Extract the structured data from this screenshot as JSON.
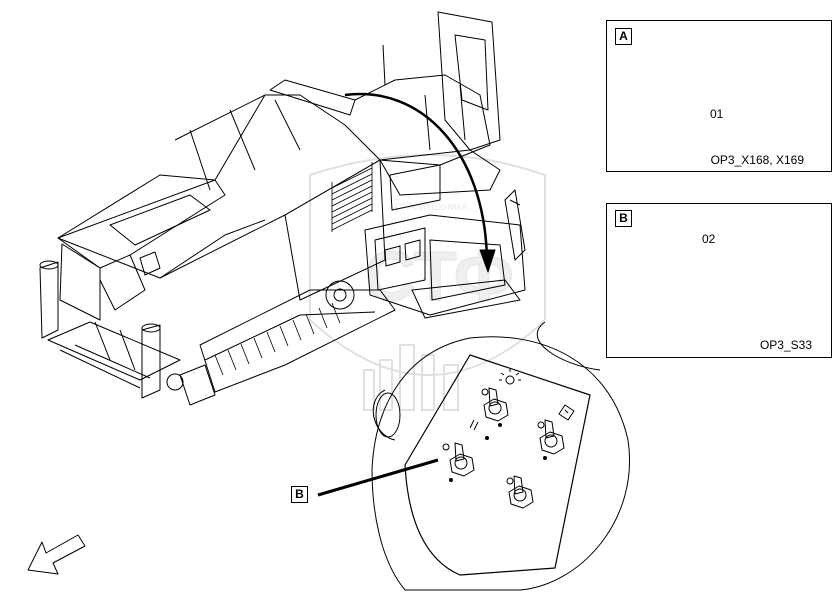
{
  "detail_a": {
    "tag": "A",
    "item_number": "01",
    "part_code": "OP3_X168, X169",
    "icon": "ring-terminal-icon"
  },
  "detail_b": {
    "tag": "B",
    "item_number": "02",
    "part_code": "OP3_S33",
    "icon": "toggle-switch-icon"
  },
  "callout": {
    "tag": "B"
  },
  "direction_icon": "direction-arrow-icon",
  "watermark": {
    "text": "СТРОЙТЕХНИКА",
    "logo_text": "СТФ"
  }
}
